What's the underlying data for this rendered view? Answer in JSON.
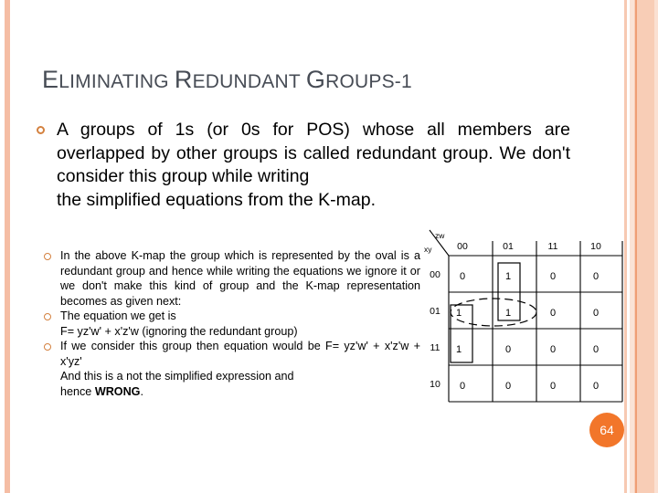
{
  "slide": {
    "title": "ELIMINATING REDUNDANT GROUPS-1",
    "title_parts": [
      {
        "cap": "E",
        "rest": "LIMINATING"
      },
      {
        "cap": "R",
        "rest": "EDUNDANT"
      },
      {
        "cap": "G",
        "rest": "ROUPS-1"
      }
    ],
    "page_number": "64",
    "colors": {
      "title": "#474c55",
      "bullet": "#d4813f",
      "badge": "#f2762a",
      "border_stripe": "#f5bda4",
      "border_band": "#f8cdb6",
      "border_line": "#ef9e75"
    }
  },
  "main_paragraph": {
    "bullet": "hollow-ring",
    "lines": [
      "A groups of 1s (or 0s for POS) whose all members",
      "are overlapped by other groups is called redundant",
      "group. We don't consider this group while writing",
      "the simplified equations from the K-map."
    ],
    "text": "A groups of 1s (or 0s for POS) whose all members are overlapped by other groups is called redundant group. We don't consider this group while writing the simplified equations from the K-map."
  },
  "notes": {
    "bullets": [
      {
        "text": "In the above K-map the group which is represented by the oval is a redundant group and hence while writing the equations we ignore it or we don't make this kind of group and the K-map representation becomes as given next:",
        "lastline": "next:",
        "extra_lines": []
      },
      {
        "text": "The equation we get is",
        "lastline": "",
        "extra_lines": [
          "F= yz'w' + x'z'w (ignoring the redundant group)"
        ]
      },
      {
        "text": "If we consider this group then equation would be F= yz'w' + x'z'w + x'yz'",
        "lastline": "yz'w' + x'z'w + x'yz'",
        "extra_lines": [
          "And this is a not the simplified expression and",
          "hence WRONG."
        ],
        "bold_word": "WRONG"
      }
    ]
  },
  "kmap": {
    "corner_top_label": "zw",
    "corner_bottom_label": "xy",
    "col_headers": [
      "00",
      "01",
      "11",
      "10"
    ],
    "row_headers": [
      "00",
      "01",
      "11",
      "10"
    ],
    "cells": [
      [
        "0",
        "1",
        "0",
        "0"
      ],
      [
        "1",
        "1",
        "0",
        "0"
      ],
      [
        "1",
        "0",
        "0",
        "0"
      ],
      [
        "0",
        "0",
        "0",
        "0"
      ]
    ],
    "groups": [
      {
        "name": "vertical-group-col01",
        "shape": "rectangle",
        "col": 1,
        "row_start": 0,
        "row_span": 2
      },
      {
        "name": "vertical-group-col00",
        "shape": "rectangle",
        "col": 0,
        "row_start": 1,
        "row_span": 2
      },
      {
        "name": "redundant-group-oval",
        "shape": "oval-dashed",
        "row": 1,
        "col_start": 0,
        "col_span": 2
      }
    ]
  }
}
